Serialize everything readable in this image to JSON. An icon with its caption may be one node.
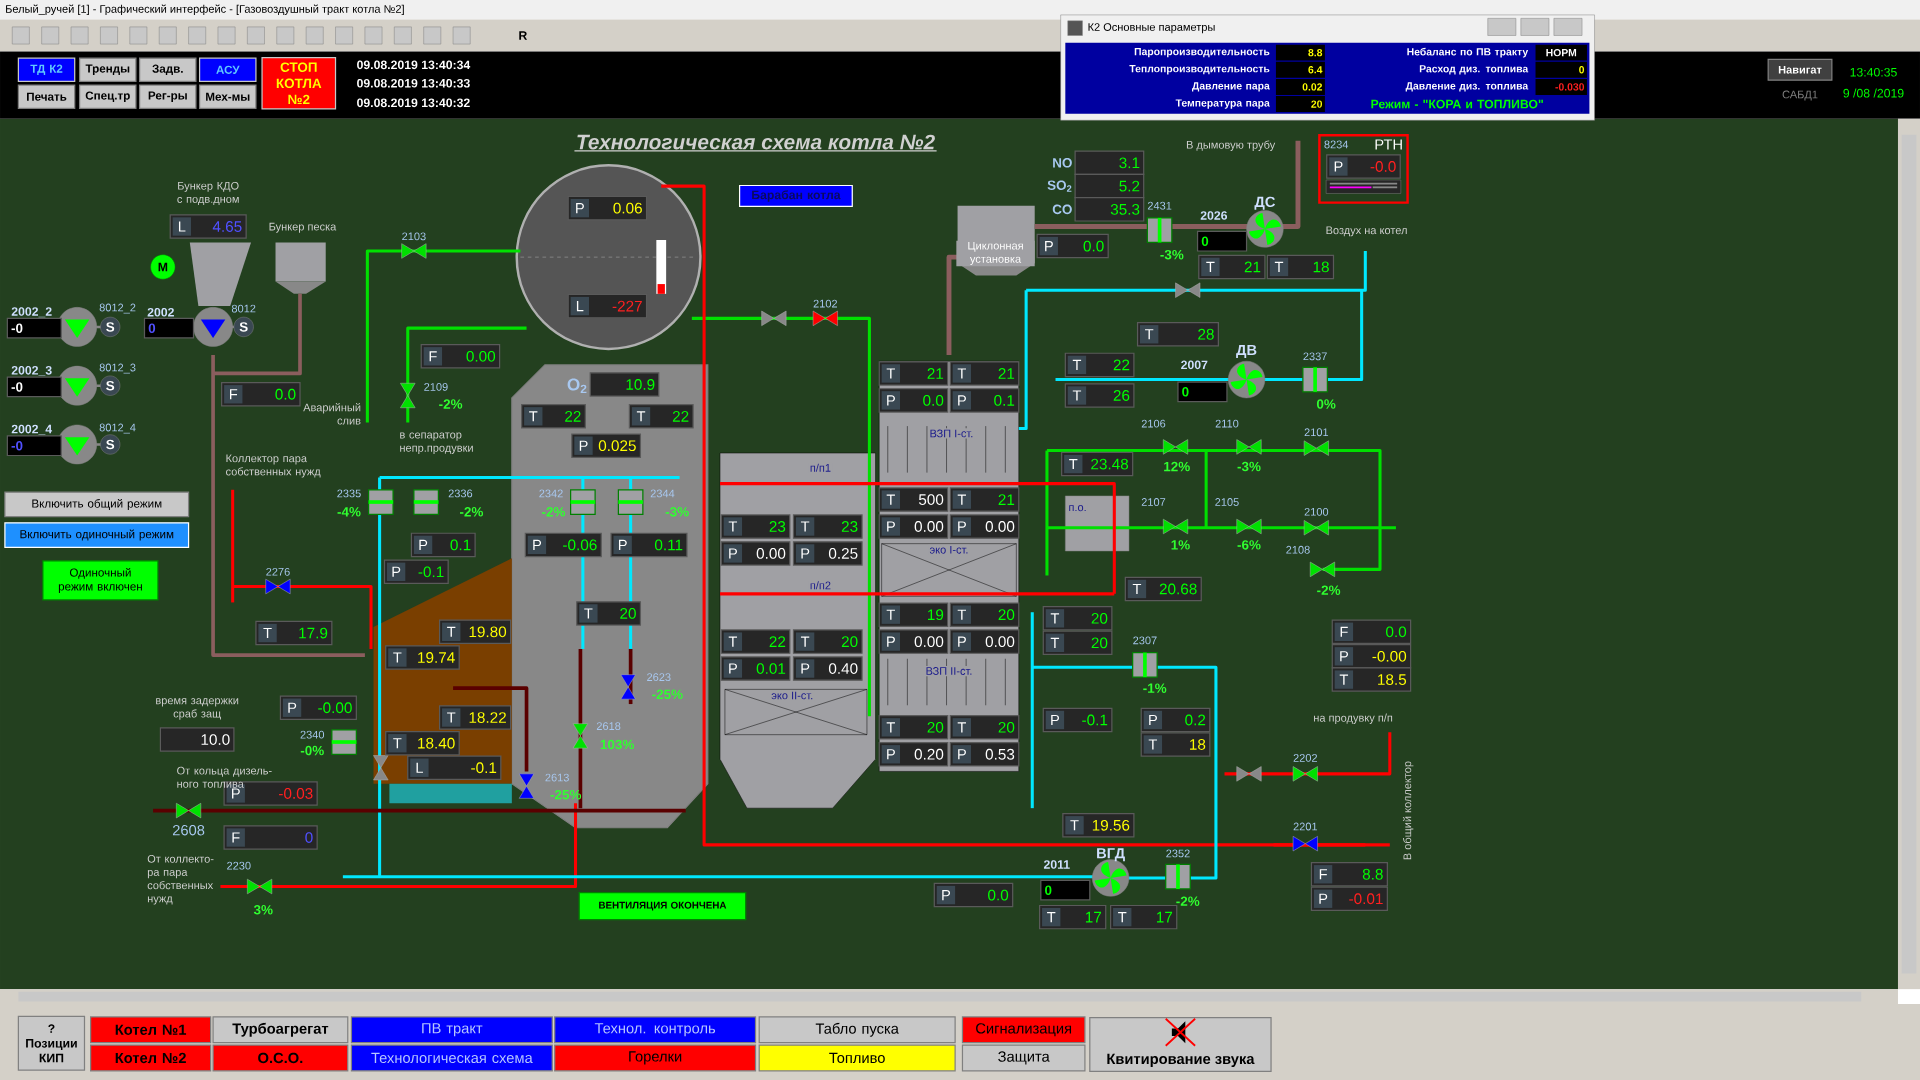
{
  "diagram": {
    "title": "Технологическая схема котла №2",
    "nodes": [
      {
        "text": [
          "ТД К2"
        ]
      },
      {
        "text": [
          "Тренды"
        ]
      },
      {
        "text": [
          "Задв."
        ]
      },
      {
        "text": [
          "АСУ"
        ]
      },
      {
        "text": [
          "Печать"
        ]
      },
      {
        "text": [
          "Спец.тр"
        ]
      },
      {
        "text": [
          "Рег-ры"
        ]
      },
      {
        "text": [
          "Мех-мы"
        ]
      },
      {
        "text": [
          "СТОП КОТЛА №2"
        ]
      },
      {
        "text": [
          "К2 Основные параметры"
        ]
      },
      {
        "text": [
          "Навигат"
        ]
      },
      {
        "text": [
          "Барабан котла"
        ]
      },
      {
        "text": [
          "Включить общий режим"
        ]
      },
      {
        "text": [
          "Включить одиночный режим"
        ]
      },
      {
        "text": [
          "Одиночный режим включен"
        ]
      },
      {
        "text": [
          "ВЕНТИЛЯЦИЯ ОКОНЧЕНА"
        ]
      },
      {
        "text": [
          "8234",
          "РТН"
        ]
      },
      {
        "text": [
          "? Позиции КИП"
        ]
      },
      {
        "text": [
          "Котел №1"
        ]
      },
      {
        "text": [
          "Котел №2"
        ]
      },
      {
        "text": [
          "Турбоагрегат"
        ]
      },
      {
        "text": [
          "О.С.О."
        ]
      },
      {
        "text": [
          "ПВ тракт"
        ]
      },
      {
        "text": [
          "Технологическая схема"
        ]
      },
      {
        "text": [
          "Технол. контроль"
        ]
      },
      {
        "text": [
          "Горелки"
        ]
      },
      {
        "text": [
          "Табло пуска"
        ]
      },
      {
        "text": [
          "Топливо"
        ]
      },
      {
        "text": [
          "Сигнализация"
        ]
      },
      {
        "text": [
          "Защита"
        ]
      },
      {
        "text": [
          "Квитирование звука"
        ]
      },
      {
        "text": [
          "L",
          "4.65"
        ]
      },
      {
        "text": [
          "F",
          "0.0"
        ]
      },
      {
        "text": [
          "F",
          "0.00"
        ]
      },
      {
        "text": [
          "P",
          "0.06"
        ]
      },
      {
        "text": [
          "L",
          "-227"
        ]
      },
      {
        "text": [
          "T",
          "22"
        ]
      },
      {
        "text": [
          "T",
          "22"
        ]
      },
      {
        "text": [
          "P",
          "0.025"
        ]
      },
      {
        "text": [
          "P",
          "0.1"
        ]
      },
      {
        "text": [
          "P",
          "-0.06"
        ]
      },
      {
        "text": [
          "P",
          "0.11"
        ]
      },
      {
        "text": [
          "P",
          "-0.1"
        ]
      },
      {
        "text": [
          "T",
          "20"
        ]
      },
      {
        "text": [
          "T",
          "17.9"
        ]
      },
      {
        "text": [
          "T",
          "19.80"
        ]
      },
      {
        "text": [
          "T",
          "19.74"
        ]
      },
      {
        "text": [
          "T",
          "18.22"
        ]
      },
      {
        "text": [
          "T",
          "18.40"
        ]
      },
      {
        "text": [
          "L",
          "-0.1"
        ]
      },
      {
        "text": [
          "P",
          "-0.00"
        ]
      },
      {
        "text": [
          "P",
          "-0.03"
        ]
      },
      {
        "text": [
          "F",
          "0"
        ]
      },
      {
        "text": [
          "T",
          "23"
        ]
      },
      {
        "text": [
          "T",
          "23"
        ]
      },
      {
        "text": [
          "P",
          "0.00"
        ]
      },
      {
        "text": [
          "P",
          "0.25"
        ]
      },
      {
        "text": [
          "T",
          "22"
        ]
      },
      {
        "text": [
          "T",
          "20"
        ]
      },
      {
        "text": [
          "P",
          "0.01"
        ]
      },
      {
        "text": [
          "P",
          "0.40"
        ]
      },
      {
        "text": [
          "T",
          "21"
        ]
      },
      {
        "text": [
          "T",
          "21"
        ]
      },
      {
        "text": [
          "P",
          "0.0"
        ]
      },
      {
        "text": [
          "P",
          "0.1"
        ]
      },
      {
        "text": [
          "T",
          "500"
        ]
      },
      {
        "text": [
          "T",
          "21"
        ]
      },
      {
        "text": [
          "P",
          "0.00"
        ]
      },
      {
        "text": [
          "P",
          "0.00"
        ]
      },
      {
        "text": [
          "T",
          "19"
        ]
      },
      {
        "text": [
          "T",
          "20"
        ]
      },
      {
        "text": [
          "P",
          "0.00"
        ]
      },
      {
        "text": [
          "P",
          "0.00"
        ]
      },
      {
        "text": [
          "T",
          "20"
        ]
      },
      {
        "text": [
          "T",
          "20"
        ]
      },
      {
        "text": [
          "P",
          "0.20"
        ]
      },
      {
        "text": [
          "P",
          "0.53"
        ]
      },
      {
        "text": [
          "P",
          "0.0"
        ]
      },
      {
        "text": [
          "T",
          "21"
        ]
      },
      {
        "text": [
          "T",
          "18"
        ]
      },
      {
        "text": [
          "P",
          "-0.0"
        ],
        "in": 16
      },
      {
        "text": [
          "T",
          "28"
        ]
      },
      {
        "text": [
          "T",
          "22"
        ]
      },
      {
        "text": [
          "T",
          "26"
        ]
      },
      {
        "text": [
          "T",
          "23.48"
        ]
      },
      {
        "text": [
          "T",
          "20.68"
        ]
      },
      {
        "text": [
          "T",
          "20"
        ]
      },
      {
        "text": [
          "T",
          "20"
        ]
      },
      {
        "text": [
          "F",
          "0.0"
        ]
      },
      {
        "text": [
          "P",
          "-0.00"
        ]
      },
      {
        "text": [
          "T",
          "18.5"
        ]
      },
      {
        "text": [
          "P",
          "-0.1"
        ]
      },
      {
        "text": [
          "P",
          "0.2"
        ]
      },
      {
        "text": [
          "T",
          "18"
        ]
      },
      {
        "text": [
          "T",
          "19.56"
        ]
      },
      {
        "text": [
          "F",
          "8.8"
        ]
      },
      {
        "text": [
          "P",
          "-0.01"
        ]
      },
      {
        "text": [
          "P",
          "0.0"
        ]
      },
      {
        "text": [
          "T",
          "17"
        ]
      },
      {
        "text": [
          "T",
          "17"
        ]
      },
      {
        "text": [
          "3.1"
        ],
        "beside": [
          "NO"
        ]
      },
      {
        "text": [
          "5.2"
        ],
        "beside": [
          "SO$_{2}$"
        ]
      },
      {
        "text": [
          "35.3"
        ],
        "beside": [
          "CO"
        ]
      },
      {
        "text": [
          "10.9"
        ],
        "beside": [
          "O$_{2}$"
        ]
      },
      {
        "text": [
          "10.0"
        ],
        "beside": [
          "время задержки сраб защ"
        ]
      },
      {
        "text": [
          "-0"
        ],
        "beside": [
          "2002_2"
        ]
      },
      {
        "text": [
          "0"
        ],
        "beside": [
          "2002"
        ]
      },
      {
        "text": [
          "-0"
        ],
        "beside": [
          "2002_3"
        ]
      },
      {
        "text": [
          "-0"
        ],
        "beside": [
          "2002_4"
        ]
      },
      {
        "text": [
          "0"
        ],
        "beside": [
          "2026"
        ]
      },
      {
        "text": [
          "0"
        ],
        "beside": [
          "2007"
        ]
      },
      {
        "text": [
          "0"
        ],
        "beside": [
          "2011"
        ]
      }
    ],
    "labels": [
      "Белый_ручей [1] - Графический интерфейс - [Газовоздушный тракт котла №2]",
      "R",
      "09.08.2019 13:40:34",
      "09.08.2019 13:40:33",
      "09.08.2019 13:40:32",
      "Паропроизводительность",
      "8.8",
      "Небаланс по ПВ тракту",
      "НОРМ",
      "Теплопроизводительность",
      "6.4",
      "Расход диз. топлива",
      "0",
      "Давление пара",
      "0.02",
      "Давление диз. топлива",
      "-0.030",
      "Температура пара",
      "20",
      "Режим - \"КОРА и ТОПЛИВО\"",
      "САБД1",
      "13:40:35",
      "9 /08 /2019",
      "Бункер КДО с подв.дном",
      "Бункер песка",
      "M",
      "8012_2",
      "S",
      "8012",
      "S",
      "8012_3",
      "S",
      "8012_4",
      "S",
      "2103",
      "Аварийный слив",
      "2109",
      "-2%",
      "в сепаратор непр.продувки",
      "Коллектор пара собственных нужд",
      "2335",
      "-4%",
      "2336",
      "-2%",
      "2342",
      "-2%",
      "2344",
      "-3%",
      "2276",
      "2340",
      "-0%",
      "От кольца дизель- ного топлива",
      "2608",
      "От коллекто- ра пара собственных нужд",
      "2230",
      "3%",
      "2623",
      "-25%",
      "2618",
      "103%",
      "2613",
      "-25%",
      "2102",
      "п/п1",
      "п/п2",
      "эко II-ст.",
      "ВЗП I-ст.",
      "эко I-ст.",
      "ВЗП II-ст.",
      "Циклонная установка",
      "В дымовую трубу",
      "2431",
      "-3%",
      "ДС",
      "Воздух на котел",
      "ДВ",
      "2337",
      "0%",
      "2106",
      "12%",
      "2110",
      "-3%",
      "2101",
      "п.о.",
      "2107",
      "1%",
      "2105",
      "-6%",
      "2100",
      "2108",
      "-2%",
      "2307",
      "-1%",
      "на продувку п/п",
      "2202",
      "В общий коллектор",
      "2201",
      "ВГД",
      "2352",
      "-2%"
    ]
  }
}
